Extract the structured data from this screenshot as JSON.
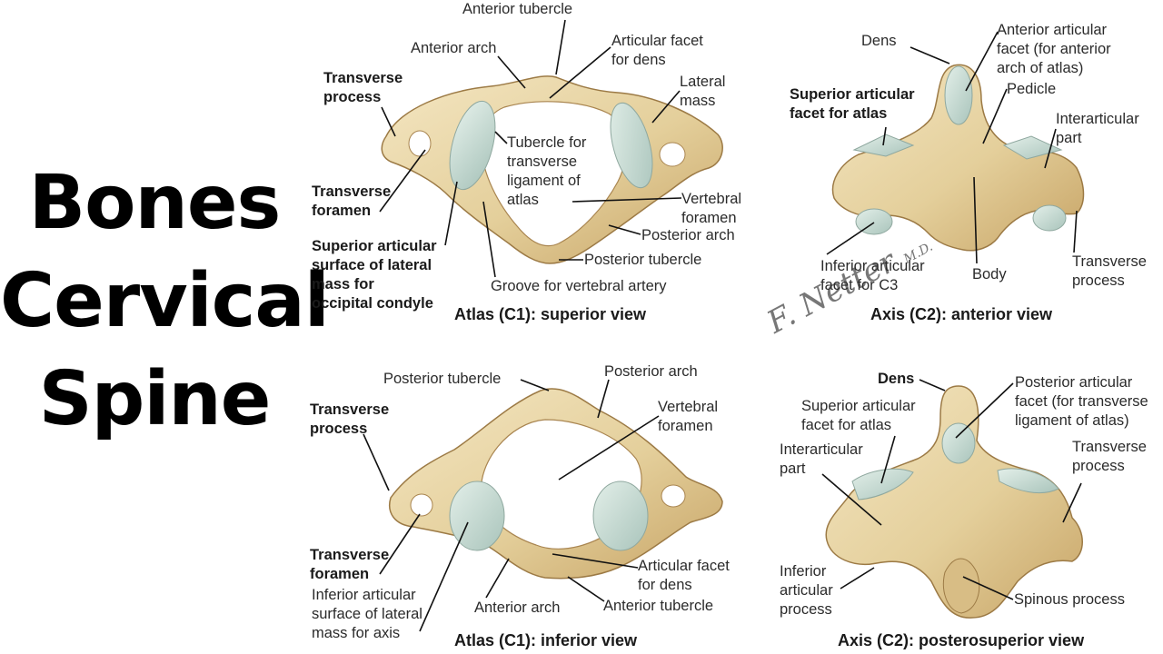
{
  "title": {
    "line1": "Bones",
    "line2": "Cervical",
    "line3": "Spine"
  },
  "signature": {
    "text": "F. Netter",
    "suffix": "M.D."
  },
  "colors": {
    "bone": "#e9d6a8",
    "bone_shadow": "#c9a86b",
    "bone_outline": "#9c7a45",
    "cartilage": "#c9dcd6",
    "leader": "#111111"
  },
  "atlas_superior": {
    "caption": "Atlas (C1): superior view",
    "labels": {
      "anterior_tubercle": "Anterior tubercle",
      "anterior_arch": "Anterior arch",
      "articular_facet_for_dens": "Articular facet\nfor dens",
      "transverse_process": "Transverse\nprocess",
      "lateral_mass": "Lateral\nmass",
      "tubercle_transverse_ligament": "Tubercle for\ntransverse\nligament of\natlas",
      "transverse_foramen": "Transverse\nforamen",
      "vertebral_foramen": "Vertebral\nforamen",
      "superior_articular_surface": "Superior articular\nsurface of lateral\nmass for\noccipital condyle",
      "posterior_arch": "Posterior arch",
      "posterior_tubercle": "Posterior tubercle",
      "groove_vertebral_artery": "Groove for vertebral artery"
    }
  },
  "axis_anterior": {
    "caption": "Axis (C2): anterior view",
    "labels": {
      "dens": "Dens",
      "anterior_articular_facet": "Anterior articular\nfacet (for anterior\narch of atlas)",
      "pedicle": "Pedicle",
      "superior_articular_facet": "Superior articular\nfacet for atlas",
      "interarticular_part": "Interarticular\npart",
      "inferior_articular_facet": "Inferior articular\nfacet for C3",
      "body": "Body",
      "transverse_process": "Transverse\nprocess"
    }
  },
  "atlas_inferior": {
    "caption": "Atlas (C1): inferior view",
    "labels": {
      "posterior_tubercle": "Posterior tubercle",
      "posterior_arch": "Posterior arch",
      "transverse_process": "Transverse\nprocess",
      "vertebral_foramen": "Vertebral\nforamen",
      "transverse_foramen": "Transverse\nforamen",
      "inferior_articular_surface": "Inferior articular\nsurface of lateral\nmass for axis",
      "articular_facet_for_dens": "Articular facet\nfor dens",
      "anterior_arch": "Anterior arch",
      "anterior_tubercle": "Anterior tubercle"
    }
  },
  "axis_posterosuperior": {
    "caption": "Axis (C2): posterosuperior view",
    "labels": {
      "dens": "Dens",
      "posterior_articular_facet": "Posterior articular\nfacet (for transverse\nligament of atlas)",
      "superior_articular_facet": "Superior articular\nfacet for atlas",
      "transverse_process": "Transverse\nprocess",
      "interarticular_part": "Interarticular\npart",
      "inferior_articular_process": "Inferior\narticular\nprocess",
      "spinous_process": "Spinous process"
    }
  }
}
